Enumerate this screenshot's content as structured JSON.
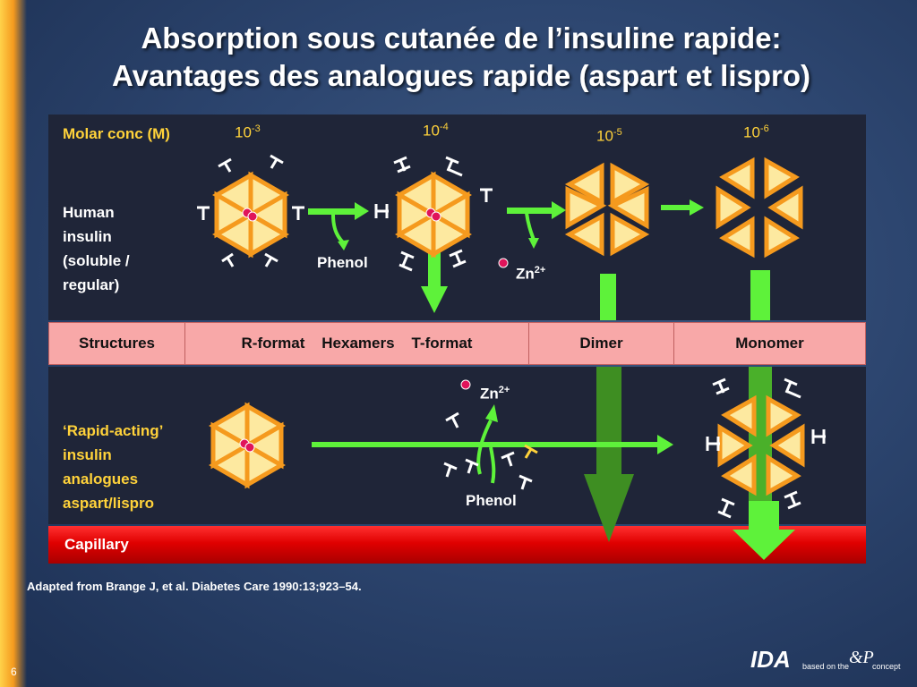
{
  "title": {
    "line1": "Absorption sous cutanée de l’insuline rapide:",
    "line2": "Avantages des analogues rapide (aspart et lispro)"
  },
  "top_panel": {
    "molar_label": "Molar conc (M)",
    "concentrations": [
      {
        "base": "10",
        "exp": "-3"
      },
      {
        "base": "10",
        "exp": "-4"
      },
      {
        "base": "10",
        "exp": "-5"
      },
      {
        "base": "10",
        "exp": "-6"
      }
    ],
    "human_insulin_label": [
      "Human",
      "insulin",
      "(soluble /",
      "regular)"
    ],
    "phenol_label": "Phenol",
    "zn_label": {
      "base": "Zn",
      "exp": "2+"
    }
  },
  "structures_row": {
    "header": "Structures",
    "r_format": "R-format",
    "hexamers": "Hexamers",
    "t_format": "T-format",
    "dimer": "Dimer",
    "monomer": "Monomer"
  },
  "bottom_panel": {
    "analogue_label": [
      "‘Rapid-acting’",
      "insulin",
      "analogues",
      "aspart/lispro"
    ],
    "zn_label": {
      "base": "Zn",
      "exp": "2+"
    },
    "phenol_label": "Phenol"
  },
  "capillary_label": "Capillary",
  "footnote": "Adapted from Brange J, et al. Diabetes Care 1990:13;923–54.",
  "page_number": "6",
  "logo": {
    "mark": "IDA",
    "based_on": "based on the",
    "amp": "&P",
    "concept": "concept"
  },
  "colors": {
    "triangle_fill": "#fde9a0",
    "triangle_stroke": "#f59a1e",
    "arrow_green": "#5ef23a",
    "zinc_dot": "#e0145a",
    "label_yellow": "#ffd23a",
    "structures_bg": "#f8a8a8",
    "capillary_red": "#e00000"
  }
}
